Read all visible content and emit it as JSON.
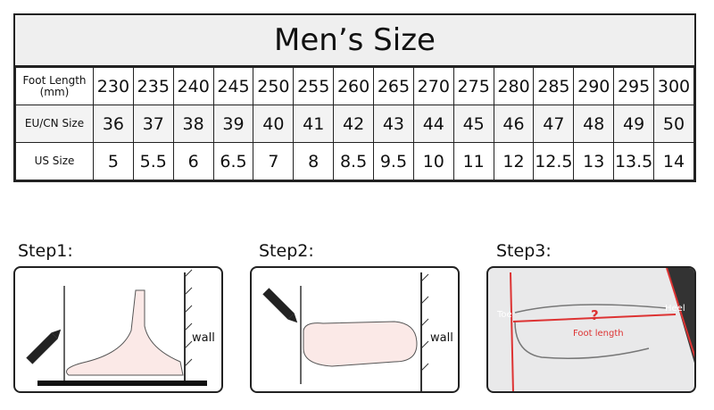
{
  "title": "Men’s Size",
  "rows": [
    {
      "label": "Foot Length (mm)",
      "values": [
        "230",
        "235",
        "240",
        "245",
        "250",
        "255",
        "260",
        "265",
        "270",
        "275",
        "280",
        "285",
        "290",
        "295",
        "300"
      ]
    },
    {
      "label": "EU/CN Size",
      "values": [
        "36",
        "37",
        "38",
        "39",
        "40",
        "41",
        "42",
        "43",
        "44",
        "45",
        "46",
        "47",
        "48",
        "49",
        "50"
      ]
    },
    {
      "label": "US Size",
      "values": [
        "5",
        "5.5",
        "6",
        "6.5",
        "7",
        "8",
        "8.5",
        "9.5",
        "10",
        "11",
        "12",
        "12.5",
        "13",
        "13.5",
        "14"
      ]
    }
  ],
  "steps": [
    {
      "label": "Step1:",
      "wall": "wall"
    },
    {
      "label": "Step2:",
      "wall": "wall"
    },
    {
      "label": "Step3:",
      "toe": "Toe",
      "heel": "Heel",
      "mark": "?",
      "foot_length": "Foot length"
    }
  ]
}
